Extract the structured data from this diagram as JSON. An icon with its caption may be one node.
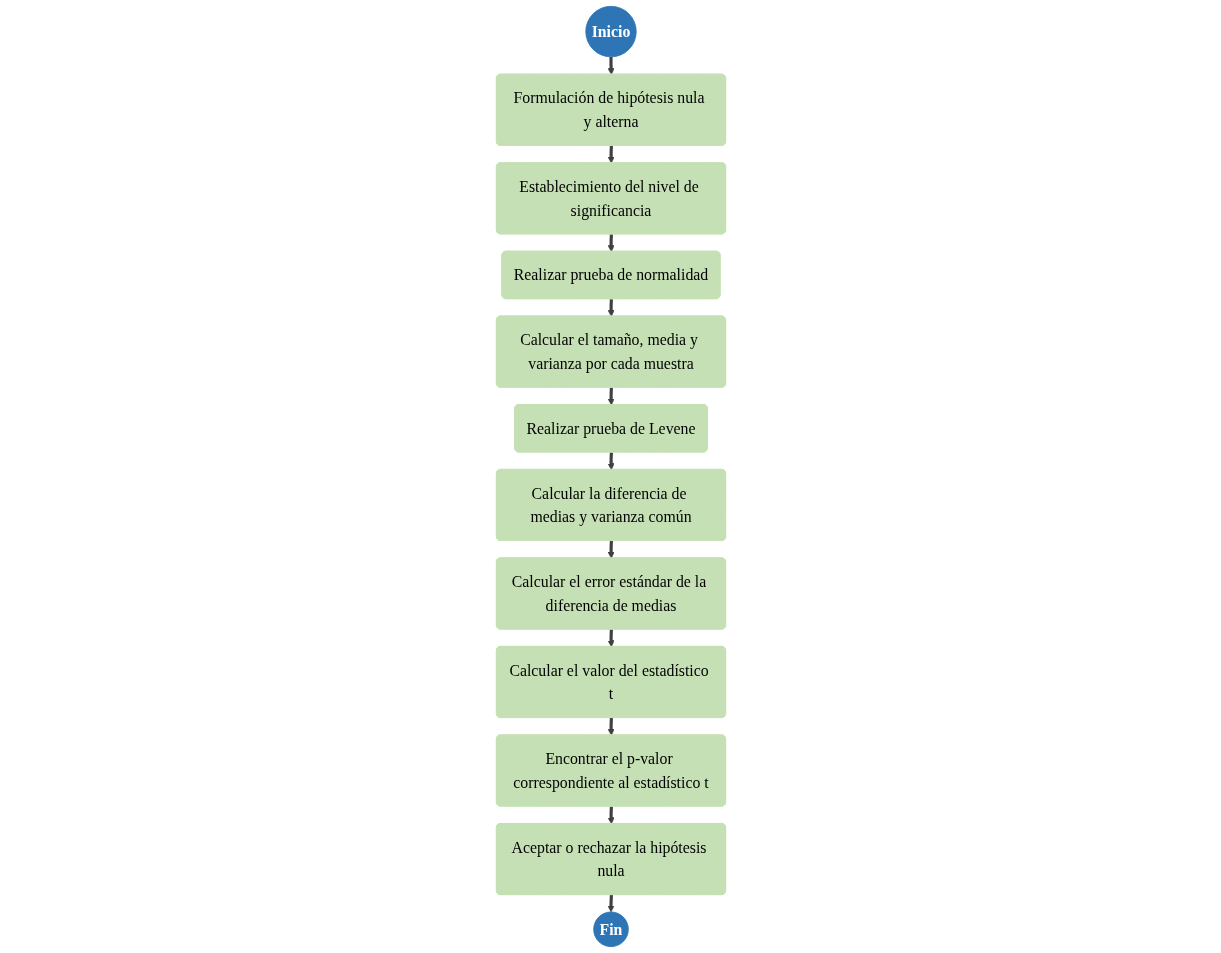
{
  "diagram": {
    "nodes": [
      {
        "text": [
          "Inicio"
        ]
      },
      {
        "text": [
          "Formulación de hipótesis nula y alterna"
        ]
      },
      {
        "text": [
          "Establecimiento del nivel de significancia"
        ]
      },
      {
        "text": [
          "Realizar prueba de normalidad"
        ]
      },
      {
        "text": [
          "Calcular el tamaño, media y varianza por cada muestra"
        ]
      },
      {
        "text": [
          "Realizar prueba de Levene"
        ]
      },
      {
        "text": [
          "Calcular la diferencia de medias y varianza común"
        ]
      },
      {
        "text": [
          "Calcular el error estándar de la diferencia de medias"
        ]
      },
      {
        "text": [
          "Calcular el valor del estadístico t"
        ]
      },
      {
        "text": [
          "Encontrar el p-valor correspondiente al estadístico t"
        ]
      },
      {
        "text": [
          "Aceptar o rechazar la hipótesis nula"
        ]
      },
      {
        "text": [
          "Fin"
        ]
      }
    ],
    "edges": [
      {
        "from": 0,
        "to": 1,
        "arrow": "to"
      },
      {
        "from": 1,
        "to": 2,
        "arrow": "to"
      },
      {
        "from": 2,
        "to": 3,
        "arrow": "to"
      },
      {
        "from": 3,
        "to": 4,
        "arrow": "to"
      },
      {
        "from": 4,
        "to": 5,
        "arrow": "to"
      },
      {
        "from": 5,
        "to": 6,
        "arrow": "to"
      },
      {
        "from": 6,
        "to": 7,
        "arrow": "to"
      },
      {
        "from": 7,
        "to": 8,
        "arrow": "to"
      },
      {
        "from": 8,
        "to": 9,
        "arrow": "to"
      },
      {
        "from": 9,
        "to": 10,
        "arrow": "to"
      },
      {
        "from": 10,
        "to": 11,
        "arrow": "to"
      }
    ]
  }
}
